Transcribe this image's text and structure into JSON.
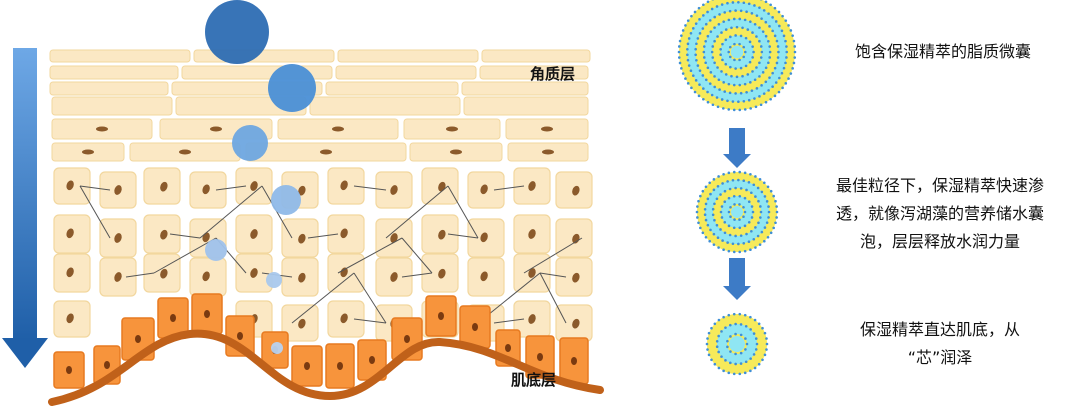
{
  "skin_labels": {
    "stratum_corneum": "角质层",
    "basal_layer": "肌底层"
  },
  "steps": [
    {
      "text_lines": [
        "饱含保湿精萃的脂质微囊"
      ]
    },
    {
      "text_lines": [
        "最佳粒径下，保湿精萃快速渗",
        "透，就像泻湖藻的营养储水囊",
        "泡，层层释放水润力量"
      ]
    },
    {
      "text_lines": [
        "保湿精萃直达肌底，从",
        "“芯”润泽"
      ]
    }
  ],
  "colors": {
    "corneum_cell": "#fbe8c4",
    "corneum_border": "#f2d79e",
    "nucleus": "#8b5a2b",
    "basal_cell": "#f7943c",
    "basal_border": "#e77a20",
    "membrane": "#c0611a",
    "bubble_dark": "#2b6cb0",
    "bubble_light": "#a9c8ec",
    "arrow": "#3d7bc6",
    "capsule_yellow": "#f6ea5a",
    "capsule_cyan": "#8fe6f3",
    "capsule_dot": "#3f8fd6"
  }
}
